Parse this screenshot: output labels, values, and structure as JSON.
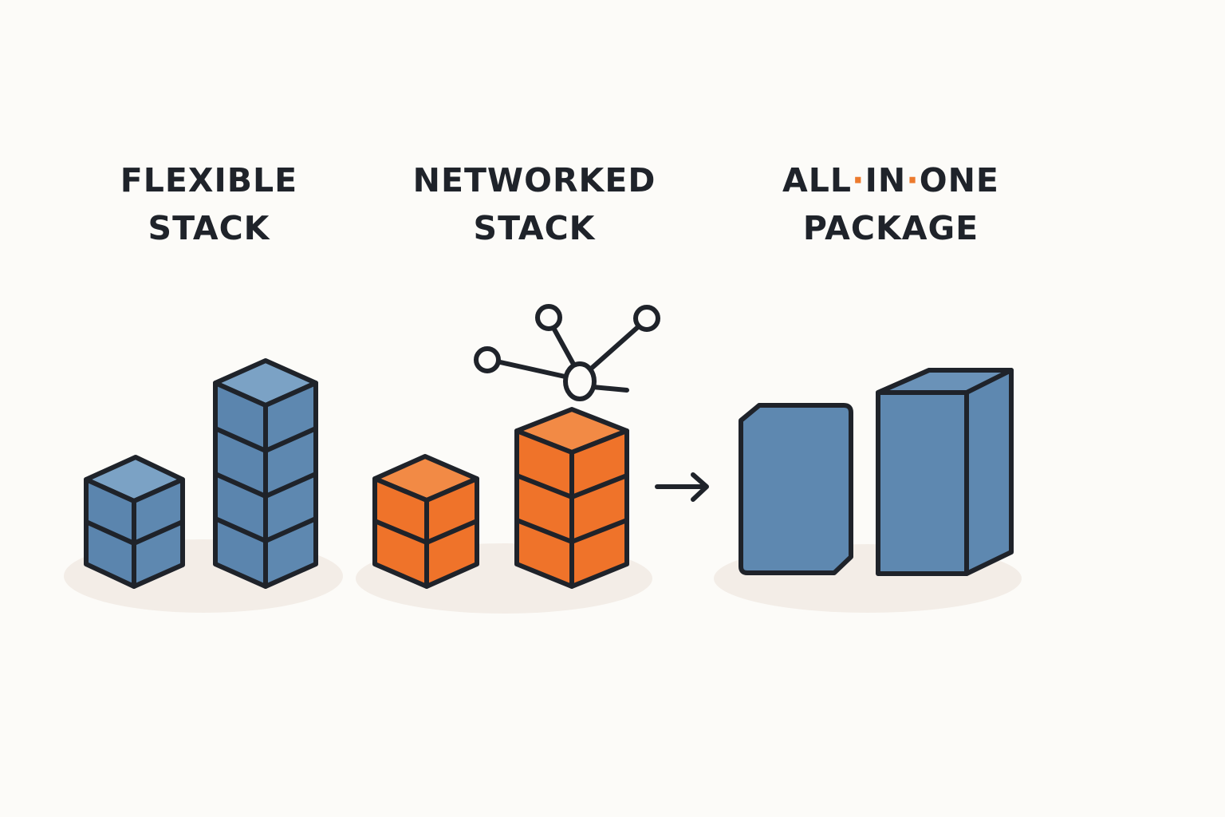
{
  "colors": {
    "background": "#fcfbf8",
    "text": "#1f232a",
    "blue": "#5e88b0",
    "orange": "#ef732a",
    "outline": "#1f232a",
    "shadow": "#f3ede7",
    "separator_dot": "#ec7a2d"
  },
  "panels": [
    {
      "line1": "FLEXIBLE",
      "line2": "STACK"
    },
    {
      "line1": "NETWORKED",
      "line2": "STACK"
    },
    {
      "line1_part_a": "ALL",
      "line1_sep_a": "·",
      "line1_part_b": "IN",
      "line1_sep_b": "·",
      "line1_part_c": "ONE",
      "line2": "PACKAGE"
    }
  ],
  "icons": {
    "flexible": "blue-cube-stacks",
    "networked": "orange-cube-stacks",
    "network": "network-nodes-icon",
    "arrow": "right-arrow-icon",
    "package": "blue-package-blocks"
  }
}
